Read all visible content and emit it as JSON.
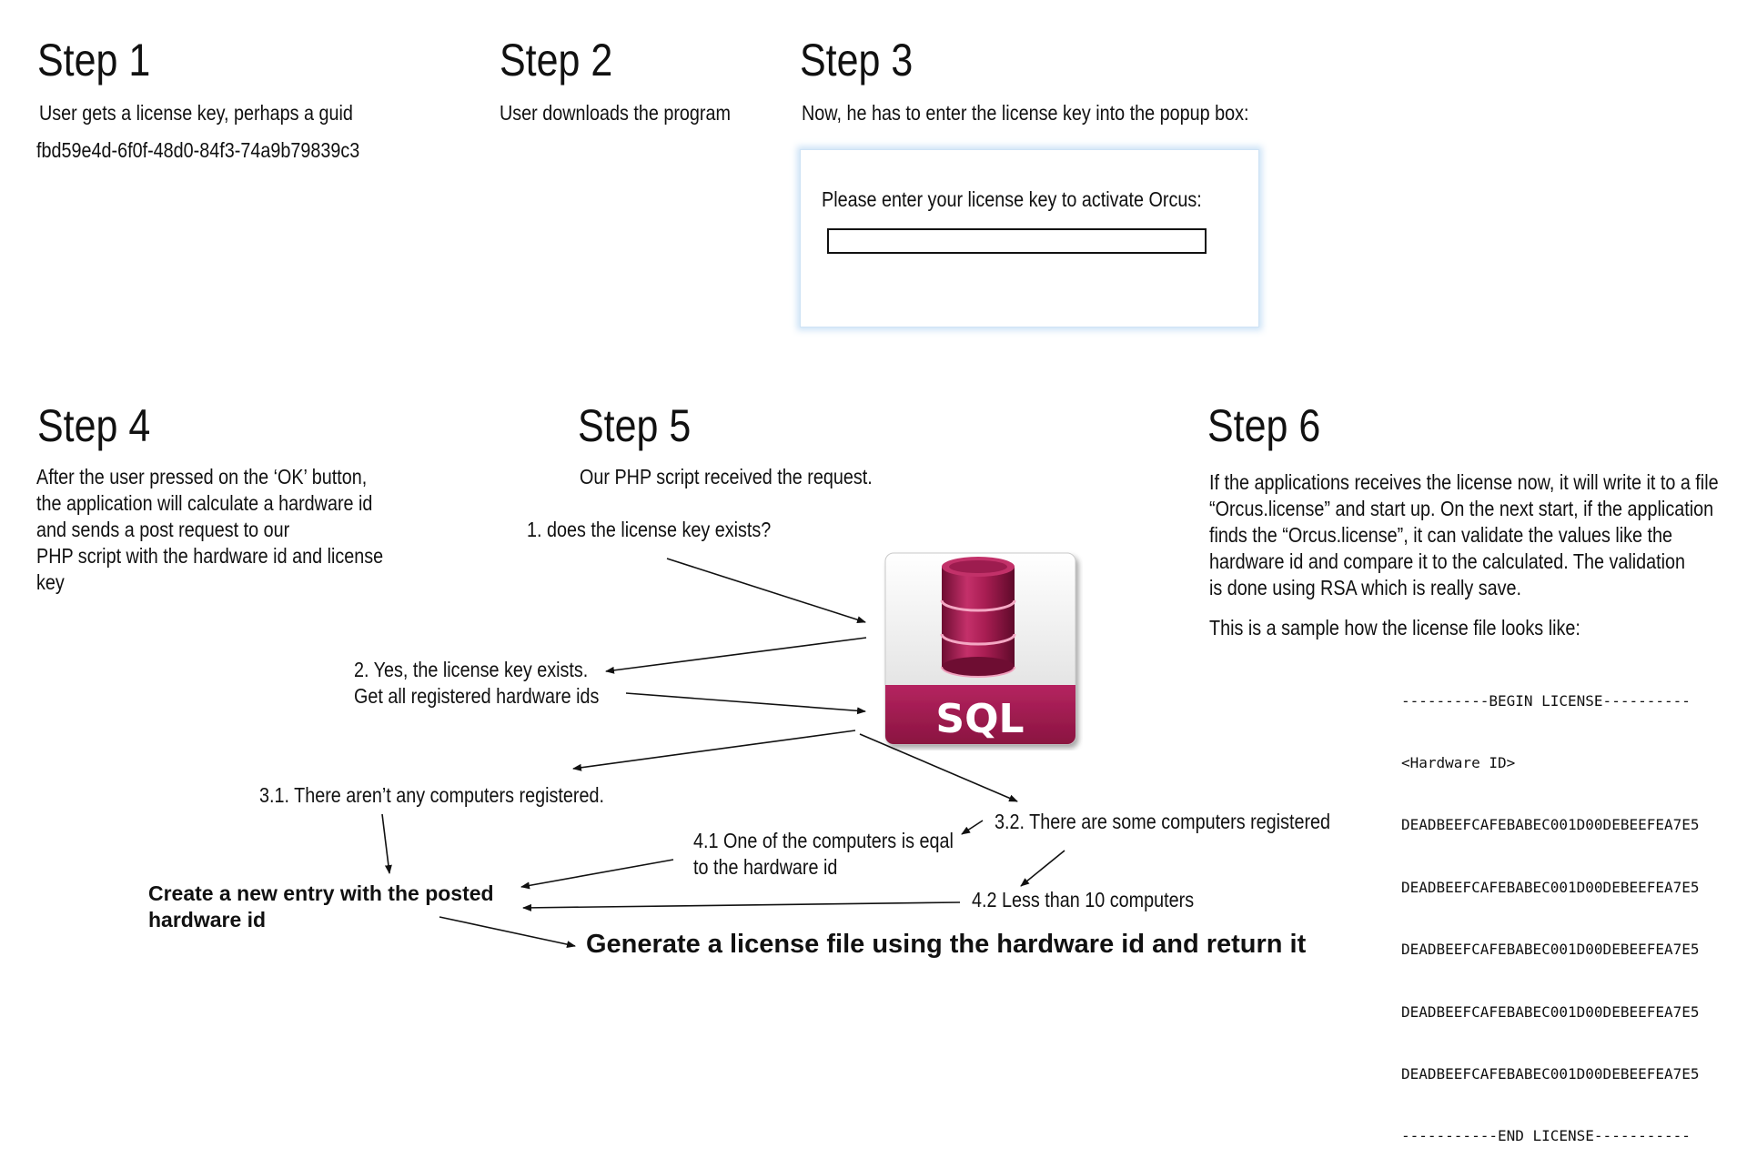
{
  "step1": {
    "title": "Step 1",
    "text": "User gets a license key, perhaps a guid",
    "guid": "fbd59e4d-6f0f-48d0-84f3-74a9b79839c3"
  },
  "step2": {
    "title": "Step 2",
    "text": "User downloads the program"
  },
  "step3": {
    "title": "Step 3",
    "text": "Now, he has to enter the license key into the popup box:",
    "popup_prompt": "Please enter your license key to activate Orcus:",
    "input_value": ""
  },
  "step4": {
    "title": "Step 4",
    "lines": [
      "After the user pressed on the ‘OK’ button,",
      "the application will calculate a hardware id",
      "and sends a post request to our",
      "PHP script with the hardware id and license",
      "key"
    ]
  },
  "step5": {
    "title": "Step 5",
    "text": "Our PHP script received the request.",
    "q1": "1. does the license key exists?",
    "yes_lines": [
      "2. Yes, the license key exists.",
      "Get all registered hardware ids"
    ],
    "none_registered": "3.1. There aren’t any computers registered.",
    "some_registered": "3.2. There are some computers registered",
    "equal_lines": [
      "4.1 One of the computers is eqal",
      "to the hardware id"
    ],
    "less_than": "4.2 Less than 10 computers",
    "create_lines": [
      "Create a new entry with the posted",
      "hardware id"
    ],
    "generate": "Generate a license file using the hardware id and return it",
    "db_label": "SQL",
    "db_color": "#a3194a"
  },
  "step6": {
    "title": "Step 6",
    "lines": [
      "If the applications receives the license now, it will write it to a file",
      "“Orcus.license” and start up. On the next start, if the application",
      "finds the “Orcus.license”, it can validate the values like the",
      "hardware id and compare it to the calculated. The validation",
      "is done using RSA which is really save."
    ],
    "sample_intro": "This is a sample how the license file looks like:",
    "license_lines": [
      "----------BEGIN LICENSE----------",
      "<Hardware ID>",
      "DEADBEEFCAFEBABEC001D00DEBEEFEA7E5",
      "DEADBEEFCAFEBABEC001D00DEBEEFEA7E5",
      "DEADBEEFCAFEBABEC001D00DEBEEFEA7E5",
      "DEADBEEFCAFEBABEC001D00DEBEEFEA7E5",
      "DEADBEEFCAFEBABEC001D00DEBEEFEA7E5",
      "-----------END LICENSE-----------"
    ]
  }
}
